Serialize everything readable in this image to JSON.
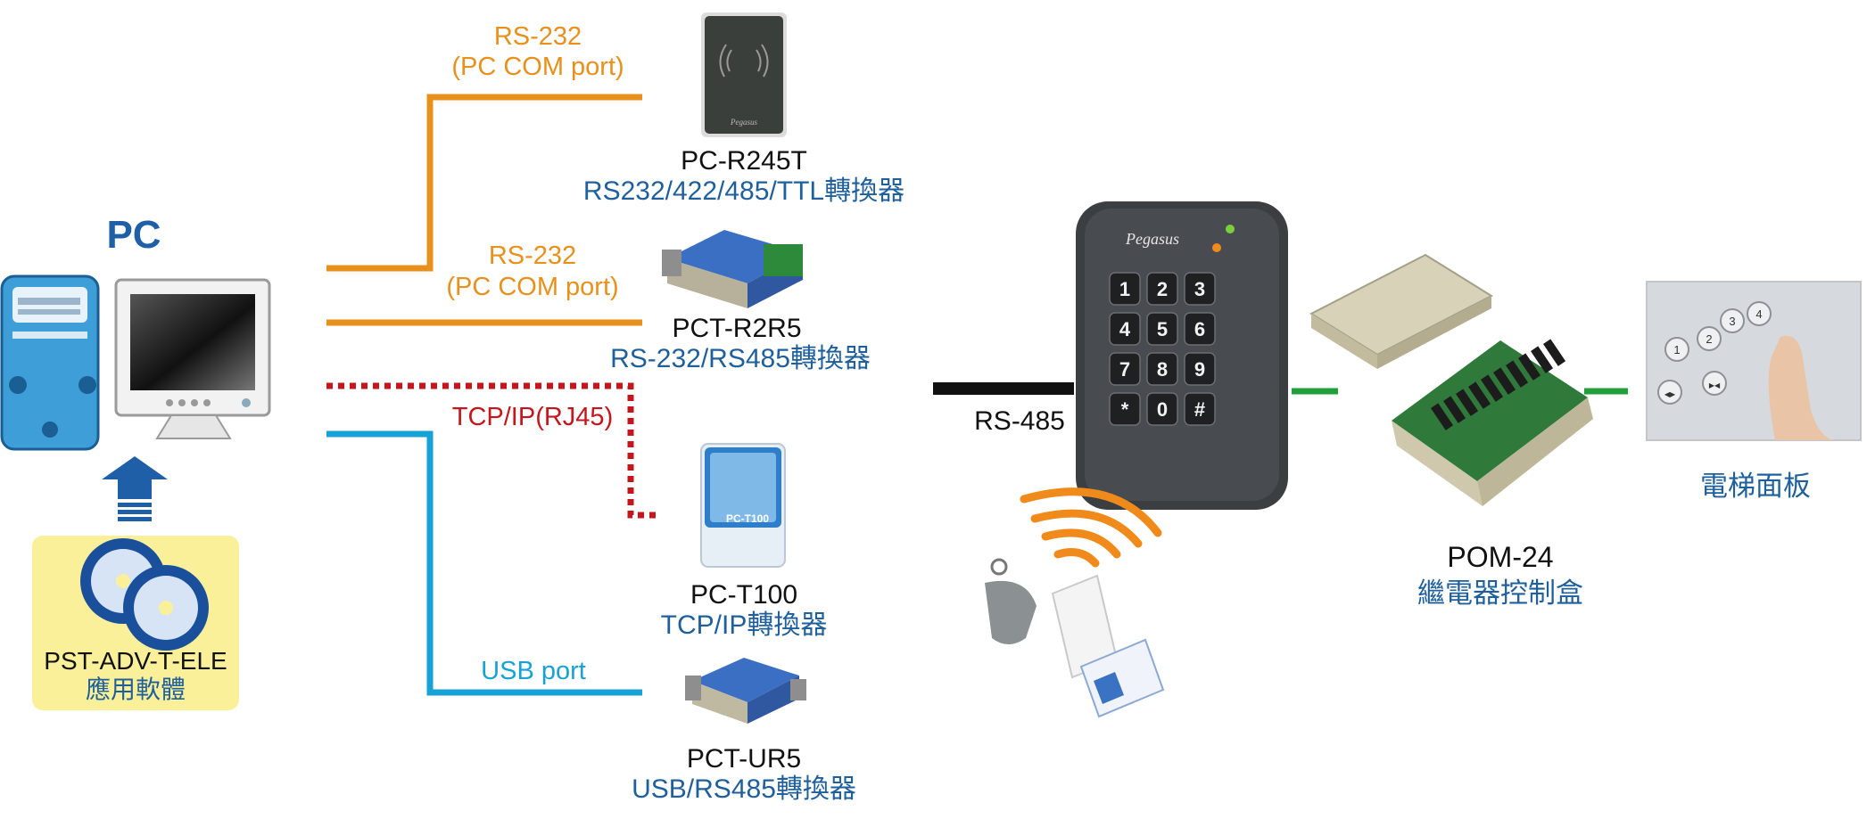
{
  "pc": {
    "title": "PC"
  },
  "software": {
    "name": "PST-ADV-T-ELE",
    "desc": "應用軟體"
  },
  "links": {
    "rs232_a": {
      "line1": "RS-232",
      "line2": "(PC COM port)"
    },
    "rs232_b": {
      "line1": "RS-232",
      "line2": "(PC COM port)"
    },
    "tcpip": "TCP/IP(RJ45)",
    "usb": "USB port",
    "rs485": "RS-485"
  },
  "converters": [
    {
      "name": "PC-R245T",
      "desc": "RS232/422/485/TTL轉換器"
    },
    {
      "name": "PCT-R2R5",
      "desc": "RS-232/RS485轉換器"
    },
    {
      "name": "PC-T100",
      "desc": "TCP/IP轉換器"
    },
    {
      "name": "PCT-UR5",
      "desc": "USB/RS485轉換器"
    }
  ],
  "reader": {
    "brand": "Pegasus",
    "keys": [
      "1",
      "2",
      "3",
      "4",
      "5",
      "6",
      "7",
      "8",
      "9",
      "*",
      "0",
      "#"
    ]
  },
  "pc_t100_label": "PC-T100",
  "relay": {
    "name": "POM-24",
    "desc": "繼電器控制盒"
  },
  "elevator": {
    "desc": "電梯面板",
    "buttons": [
      "1",
      "2",
      "3",
      "4",
      "▶◀",
      "◀▶"
    ]
  },
  "colors": {
    "orange": "#e8901c",
    "red": "#c4161c",
    "cyan": "#17a2d6",
    "black": "#111111",
    "green": "#1f9e3a",
    "label_blue": "#1e5f9c"
  }
}
